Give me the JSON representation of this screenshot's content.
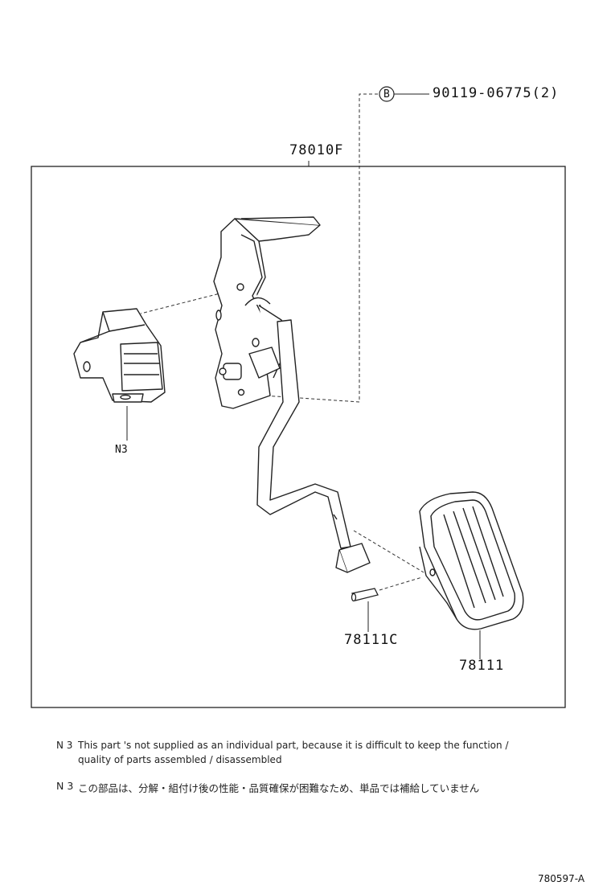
{
  "diagram": {
    "bolt_callout": {
      "marker": "B",
      "part_number": "90119-06775",
      "quantity": "(2)"
    },
    "assembly_label": "78010F",
    "sensor_label": "N3",
    "pad_pin_label": "78111C",
    "pedal_pad_label": "78111"
  },
  "notes": {
    "english_code": "N 3",
    "english_line1": "This part 's not supplied as an individual part, because it is difficult to keep the function /",
    "english_line2": "quality of parts assembled / disassembled",
    "japanese_code": "N 3",
    "japanese_text": "この部品は、分解・組付け後の性能・品質確保が困難なため、単品では補給していません"
  },
  "footer": {
    "diagram_id": "780597-A"
  }
}
